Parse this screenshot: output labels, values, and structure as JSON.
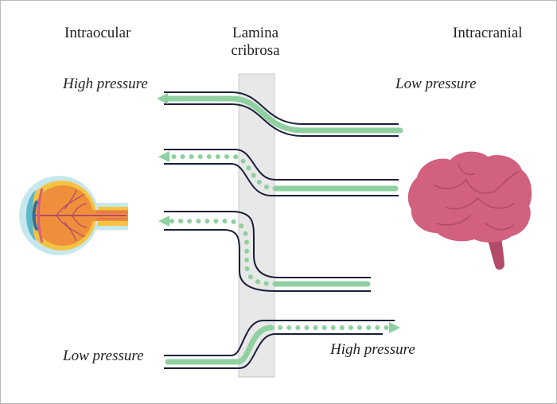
{
  "headers": {
    "left": "Intraocular",
    "middle_line1": "Lamina",
    "middle_line2": "cribrosa",
    "right": "Intracranial"
  },
  "labels": {
    "top_left": "High pressure",
    "top_right": "Low pressure",
    "bottom_left": "Low pressure",
    "bottom_right": "High pressure"
  },
  "colors": {
    "outline": "#1a1f3a",
    "flow": "#8fd0a0",
    "lamina": "#e8e8e8",
    "brain": "#d2607f",
    "brain_dark": "#b24a69",
    "eye_orange": "#f08f3b",
    "eye_yellow": "#f3c443",
    "eye_outer": "#c7e7ee",
    "eye_cornea": "#5bb8cc"
  },
  "icons": {
    "eye": "eye-icon",
    "brain": "brain-icon"
  }
}
